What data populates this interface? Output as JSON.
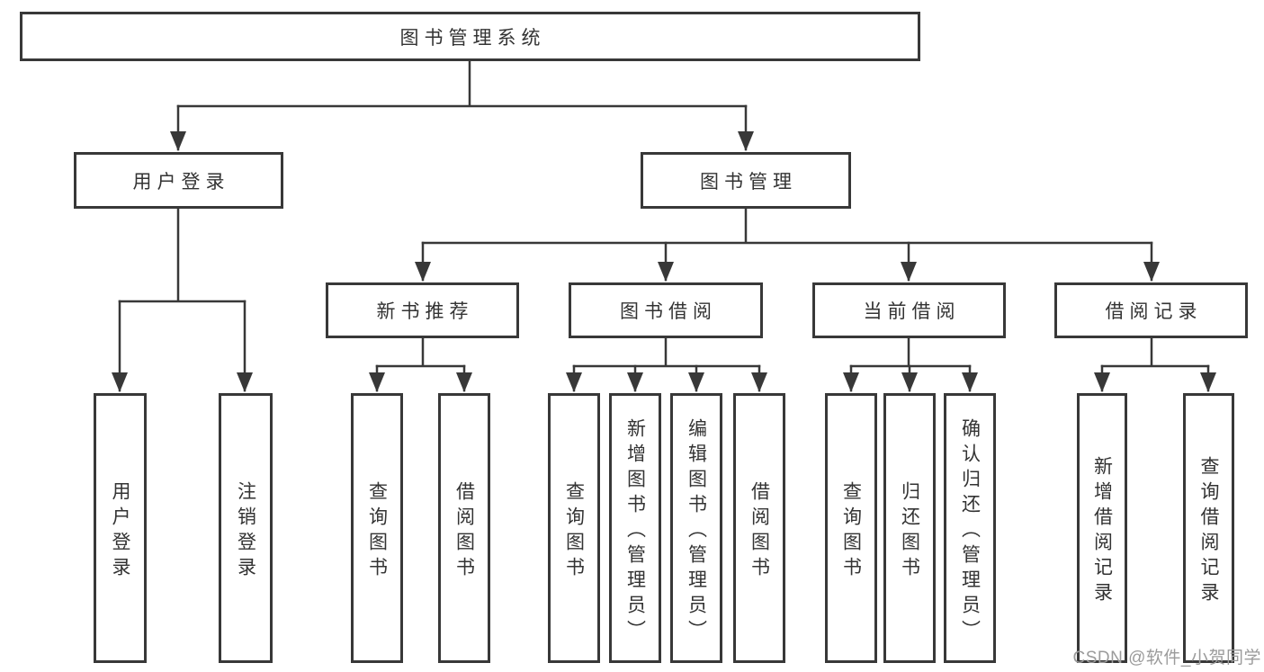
{
  "diagram": {
    "type": "hierarchy-tree",
    "colors": {
      "line": "#383838",
      "box_border": "#383838",
      "text": "#333333",
      "watermark": "#9b9b9b",
      "background": "#ffffff"
    },
    "nodes": {
      "root": "图书管理系统",
      "userLogin": "用户登录",
      "bookMgmt": "图书管理",
      "newBook": "新书推荐",
      "bookBorrow": "图书借阅",
      "currentBorrow": "当前借阅",
      "borrowRecord": "借阅记录",
      "loginLeaf": "用户登录",
      "logoutLeaf": "注销登录",
      "nbQuery": "查询图书",
      "nbBorrow": "借阅图书",
      "bbQuery": "查询图书",
      "bbAdd": "新增图书（管理员）",
      "bbEdit": "编辑图书（管理员）",
      "bbBorrow": "借阅图书",
      "cbQuery": "查询图书",
      "cbReturn": "归还图书",
      "cbConfirm": "确认归还（管理员）",
      "brAdd": "新增借阅记录",
      "brQuery": "查询借阅记录"
    },
    "watermark": "CSDN @软件_小贺同学"
  }
}
